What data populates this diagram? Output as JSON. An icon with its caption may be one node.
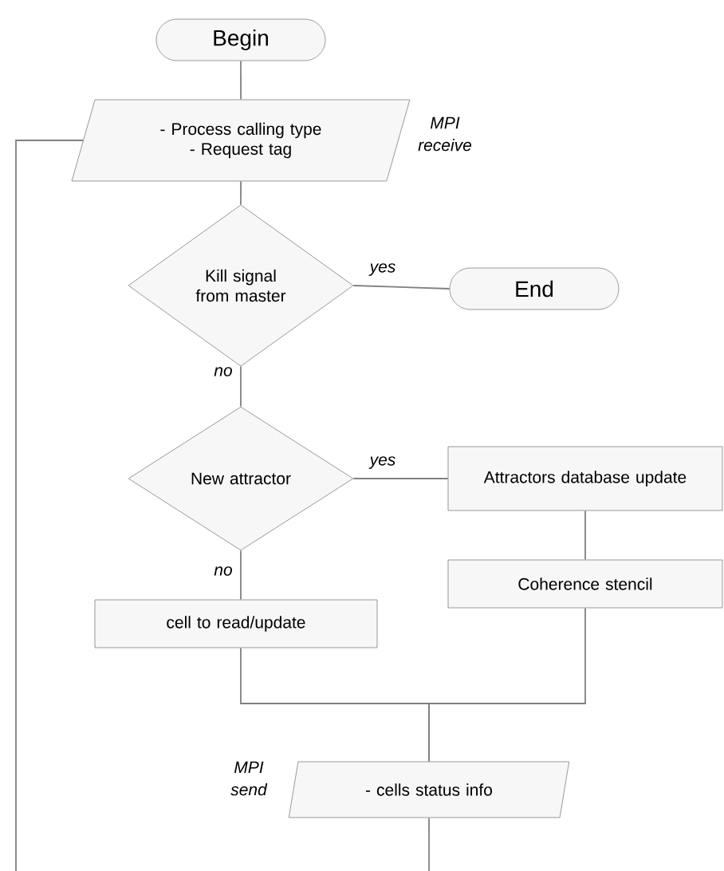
{
  "diagram": {
    "nodes": [
      {
        "text": [
          "Begin"
        ]
      },
      {
        "text": [
          "- Process calling type",
          "- Request tag"
        ],
        "beside": [
          "MPI receive"
        ]
      },
      {
        "text": [
          "Kill signal from master"
        ]
      },
      {
        "text": [
          "End"
        ]
      },
      {
        "text": [
          "New attractor"
        ]
      },
      {
        "text": [
          "Attractors database update"
        ]
      },
      {
        "text": [
          "Coherence stencil"
        ]
      },
      {
        "text": [
          "cell to read/update"
        ]
      },
      {
        "text": [
          "- cells status info"
        ],
        "beside": [
          "MPI send"
        ]
      }
    ],
    "edges": [
      {
        "from": 0,
        "to": 1,
        "arrow": "none"
      },
      {
        "from": 1,
        "to": 2,
        "arrow": "none"
      },
      {
        "from": 2,
        "to": 3,
        "arrow": "none",
        "label": "yes"
      },
      {
        "from": 2,
        "to": 4,
        "arrow": "none",
        "label": "no"
      },
      {
        "from": 4,
        "to": 5,
        "arrow": "none",
        "label": "yes"
      },
      {
        "from": 5,
        "to": 6,
        "arrow": "none"
      },
      {
        "from": 4,
        "to": 7,
        "arrow": "none",
        "label": "no"
      },
      {
        "from": 7,
        "to": 8,
        "arrow": "none"
      },
      {
        "from": 6,
        "to": 8,
        "arrow": "none"
      },
      {
        "from": 8,
        "to": null,
        "arrow": "none"
      },
      {
        "from": null,
        "to": 1,
        "arrow": "none"
      }
    ]
  }
}
